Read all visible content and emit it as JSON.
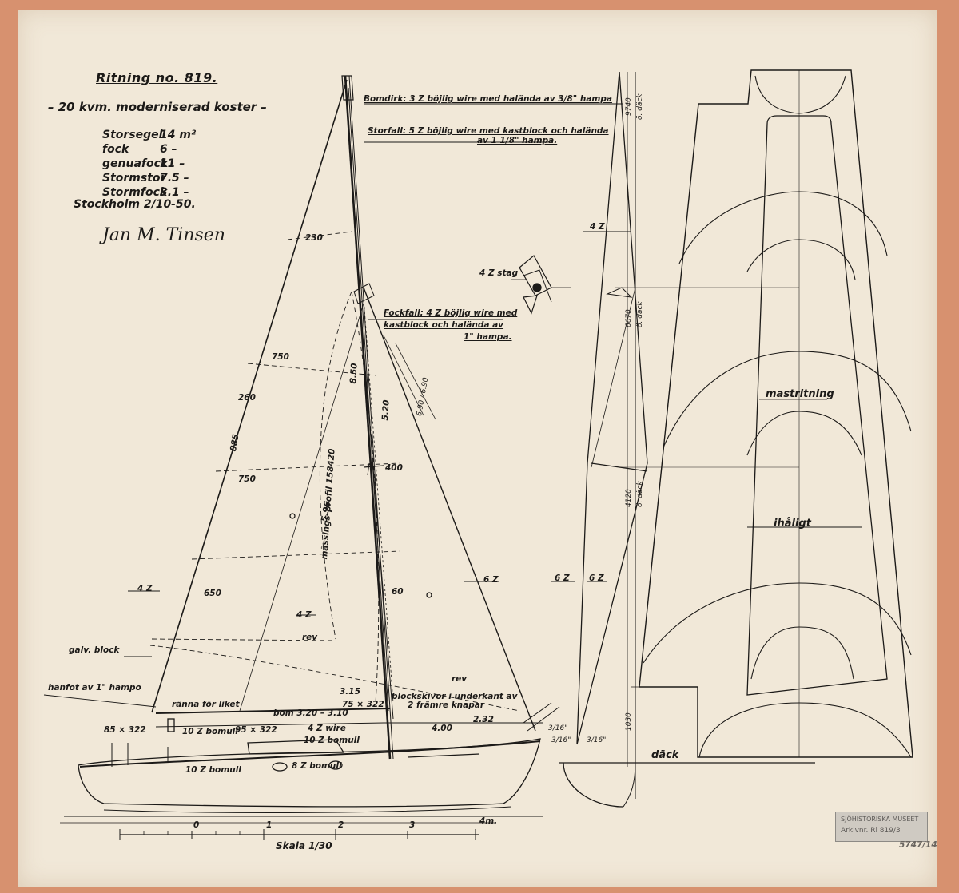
{
  "header": {
    "drawing_no": "Ritning no. 819.",
    "subtitle": "– 20 kvm. moderniserad koster –",
    "place_date": "Stockholm 2/10-50.",
    "signature": "Jan M. Tinsen"
  },
  "sails": [
    {
      "name": "Storsegel",
      "area": "14 m²"
    },
    {
      "name": "fock",
      "area": "6 –"
    },
    {
      "name": "genuafock",
      "area": "11 –"
    },
    {
      "name": "Stormstor",
      "area": "7.5 –"
    },
    {
      "name": "Stormfock",
      "area": "3.1 –"
    }
  ],
  "notes": {
    "bomdirk": "Bomdirk: 3 Z böjlig wire med halända av 3/8\" hampa",
    "storfall_1": "Storfall: 5 Z böjlig wire med kastblock och halända",
    "storfall_2": "av 1 1/8\" hampa.",
    "fockfall_1": "Fockfall: 4 Z böjlig wire med",
    "fockfall_2": "kastblock och halända av",
    "fockfall_3": "1\" hampa.",
    "stag": "4 Z stag",
    "galv_block": "galv. block",
    "hanfot": "hanfot av 1\" hampo",
    "ranna": "ränna för liket",
    "bom": "bom 3.20 – 3.10",
    "blockskivor_1": "blockskivor i underkant av",
    "blockskivor_2": "2 främre knapar",
    "wire": "4 Z wire",
    "bomull_1": "10 Z bomull",
    "bomull_2": "10 Z bomull",
    "bomull_3": "10 Z bomull",
    "bomull_4": "8 Z bomull",
    "mast_profil": "mässings-profil 158420",
    "rev_1": "rev",
    "rev_2": "rev"
  },
  "dims": {
    "d42_a": "4 Z",
    "d42_b": "4 Z",
    "d62_a": "6 Z",
    "d650": "650",
    "d750_a": "750",
    "d750_b": "750",
    "d885": "885",
    "d260": "260",
    "d230": "230",
    "d850": "8.50",
    "d520": "5.20",
    "d596": "5.96",
    "d400": "400",
    "d60": "60",
    "d315": "3.15",
    "d75x322": "75 × 322",
    "d85x322": "85 × 322",
    "d95x322": "95 × 322",
    "d400b": "4.00",
    "d232": "2.32",
    "d3_16a": "3/16\"",
    "d3_16b": "3/16\"",
    "d3_16c": "3/16\"",
    "d6090": "6.90 / 6.90"
  },
  "mast_section": {
    "d42": "4 Z",
    "d62_l": "6 Z",
    "d62_r": "6 Z",
    "h9740": "9740",
    "h9740_sub": "ö. däck",
    "h6670": "6670",
    "h6670_sub": "ö. däck",
    "h4120": "4120",
    "h4120_sub": "ö. däck",
    "h1030": "1030",
    "deck": "däck",
    "d3_16a": "3/16\"",
    "d3_16b": "3/16\""
  },
  "mast_drawing": {
    "label": "mastritning",
    "hollow": "ihåligt"
  },
  "scale": {
    "label": "Skala 1/30",
    "ticks": [
      "0",
      "1",
      "2",
      "3",
      "4m."
    ]
  },
  "stamp": {
    "line1": "SJÖHISTORISKA MUSEET",
    "line2": "Arkivnr. Ri 819/3",
    "mark": "5747/14"
  }
}
